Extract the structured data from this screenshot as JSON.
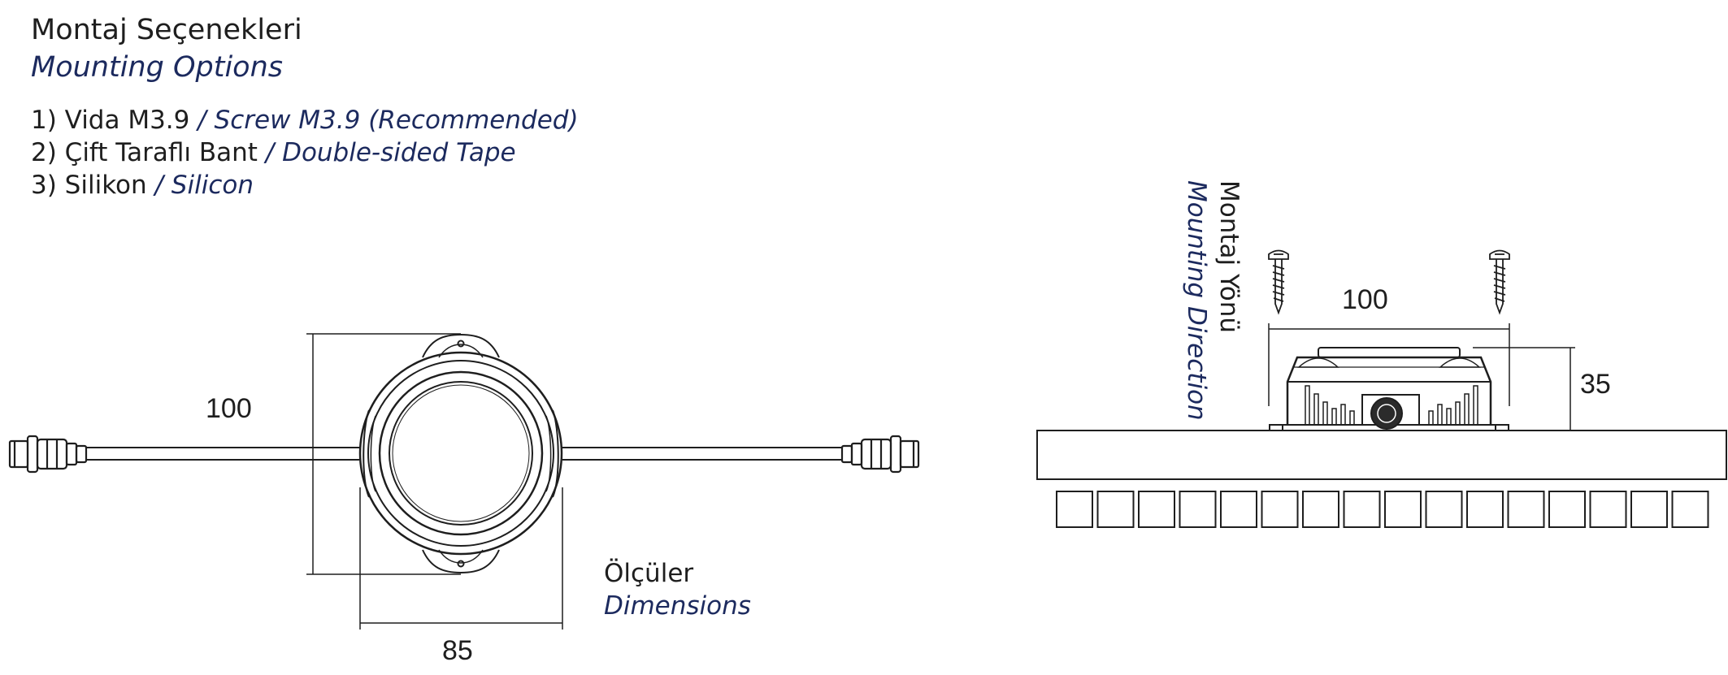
{
  "header": {
    "title_tr": "Montaj Seçenekleri",
    "title_en": "Mounting Options"
  },
  "options": [
    {
      "tr": "1) Vida M3.9",
      "en": " / Screw M3.9 (Recommended)"
    },
    {
      "tr": "2) Çift Taraflı Bant",
      "en": " / Double-sided Tape"
    },
    {
      "tr": "3) Silikon",
      "en": " / Silicon"
    }
  ],
  "dimensions_label": {
    "tr": "Ölçüler",
    "en": "Dimensions"
  },
  "mount_direction": {
    "tr": "Montaj Yönü",
    "en": "Mounting Direction"
  },
  "top_view": {
    "height": "100",
    "width": "85"
  },
  "side_view": {
    "width": "100",
    "height": "35"
  },
  "colors": {
    "line": "#1e1e1e",
    "english_text": "#1c2a5e"
  }
}
